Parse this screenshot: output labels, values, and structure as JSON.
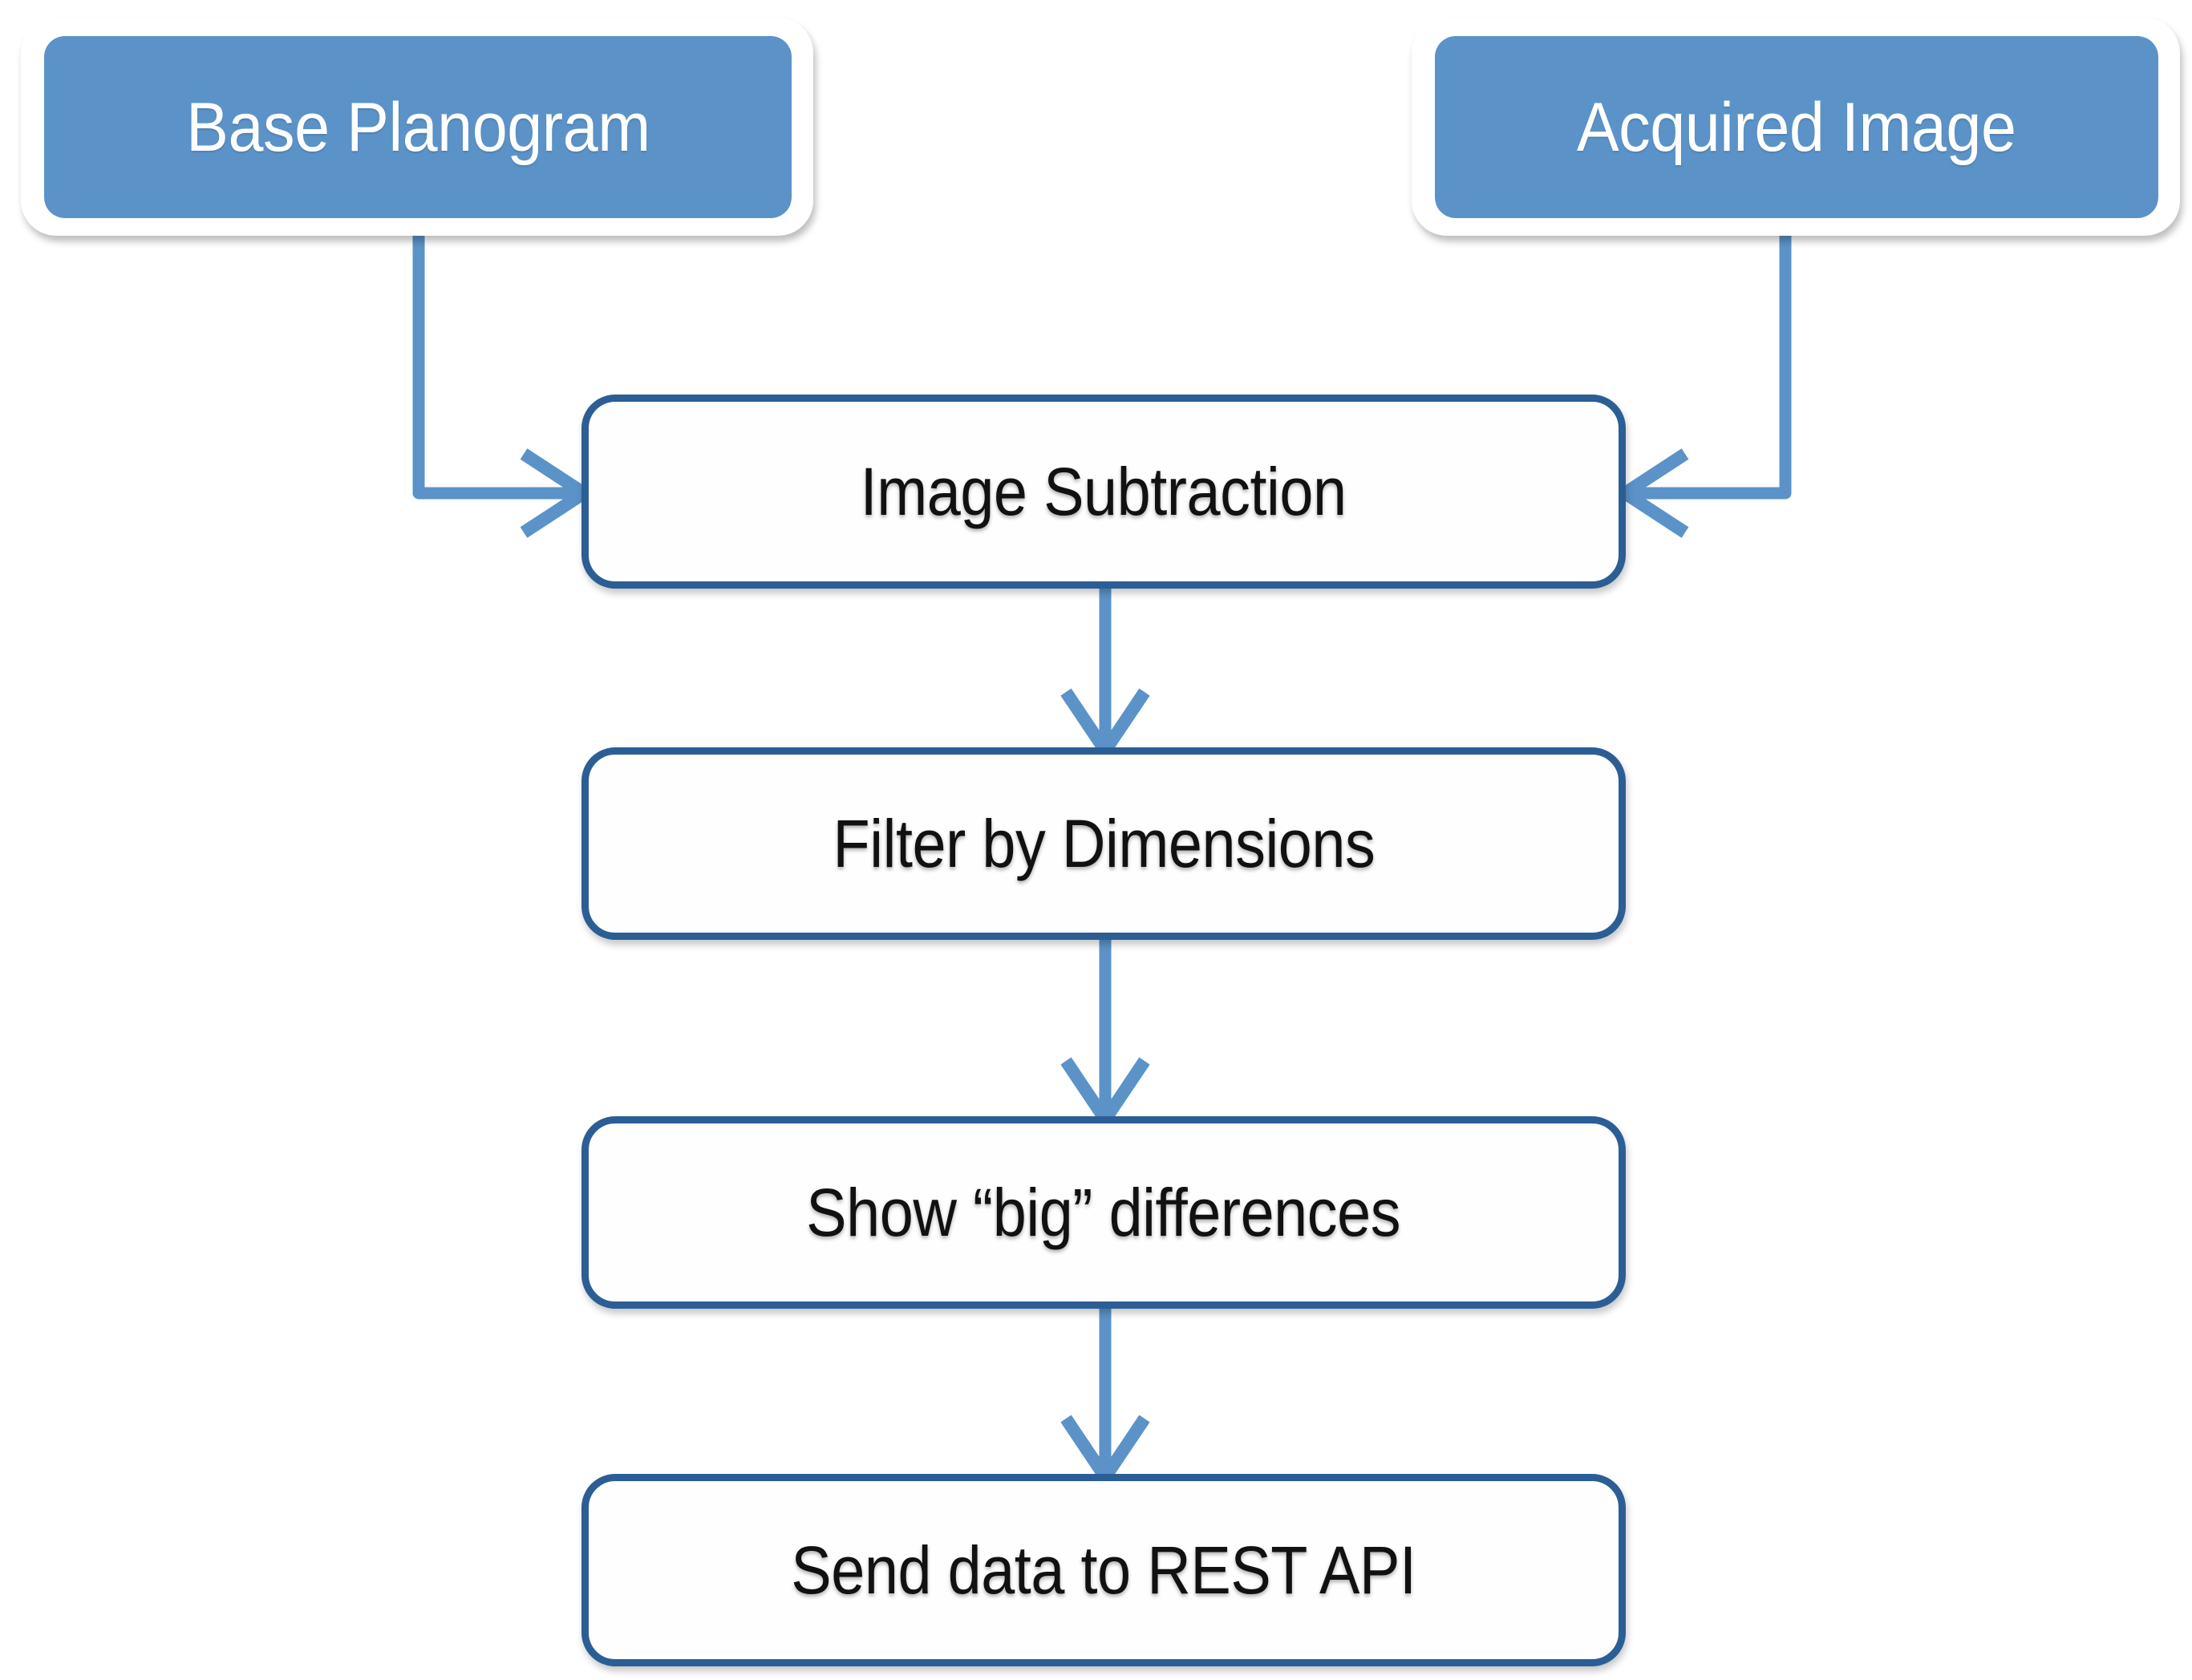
{
  "diagram": {
    "title": "Image comparison processing pipeline",
    "type": "flowchart",
    "orientation": "top-to-bottom",
    "colors": {
      "source_fill": "#5b93c8",
      "source_text": "#ffffff",
      "source_ring": "#ffffff",
      "process_fill": "#fefefe",
      "process_border": "#2b5e95",
      "process_text": "#111111",
      "connector": "#5b93c8",
      "background": "#ffffff"
    },
    "nodes": [
      {
        "id": "base-planogram",
        "label": "Base Planogram",
        "style": "source"
      },
      {
        "id": "acquired-image",
        "label": "Acquired Image",
        "style": "source"
      },
      {
        "id": "image-subtraction",
        "label": "Image Subtraction",
        "style": "process"
      },
      {
        "id": "filter-dimensions",
        "label": "Filter by Dimensions",
        "style": "process"
      },
      {
        "id": "show-differences",
        "label": "Show “big” differences",
        "style": "process"
      },
      {
        "id": "send-rest-api",
        "label": "Send data to REST API",
        "style": "process"
      }
    ],
    "edges": [
      {
        "from": "base-planogram",
        "to": "image-subtraction",
        "label": "",
        "shape": "elbow-down-right",
        "arrowhead": "chevron"
      },
      {
        "from": "acquired-image",
        "to": "image-subtraction",
        "label": "",
        "shape": "elbow-down-left",
        "arrowhead": "chevron"
      },
      {
        "from": "image-subtraction",
        "to": "filter-dimensions",
        "label": "",
        "shape": "straight-down",
        "arrowhead": "chevron"
      },
      {
        "from": "filter-dimensions",
        "to": "show-differences",
        "label": "",
        "shape": "straight-down",
        "arrowhead": "chevron"
      },
      {
        "from": "show-differences",
        "to": "send-rest-api",
        "label": "",
        "shape": "straight-down",
        "arrowhead": "chevron"
      }
    ]
  }
}
